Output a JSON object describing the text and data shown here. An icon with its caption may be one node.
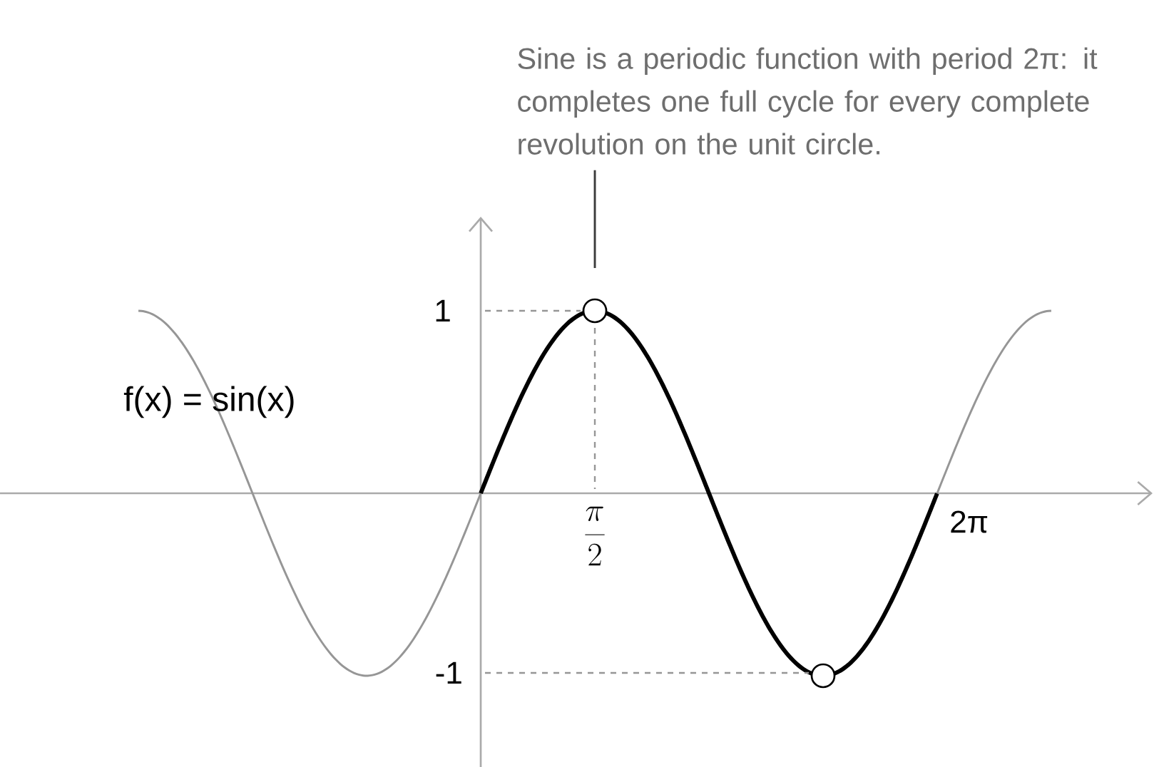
{
  "diagram": {
    "nodes": [
      {
        "text": [
          "Sine is a periodic function with period 2π: it completes one full cycle for every complete revolution on the unit circle."
        ]
      },
      {
        "text": [],
        "shape": "circle"
      },
      {
        "text": [],
        "shape": "circle"
      }
    ],
    "edges": [
      {
        "from": 0,
        "to": 1,
        "arrow": "none"
      }
    ],
    "labels": [
      "f(x) = sin(x)",
      "1",
      "\\frac{\\pi}{2}",
      "2π",
      "-1"
    ]
  }
}
